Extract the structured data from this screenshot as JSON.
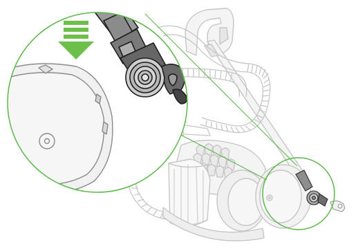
{
  "illustration": {
    "subject": "canister-vacuum-hose-attachment",
    "colors": {
      "outline_light": "#c8c8c8",
      "fill_light": "#f2f2f2",
      "outline_dark": "#1e1e1e",
      "part_grey": "#9a9a9a",
      "part_dark": "#555555",
      "highlight_green": "#5bb84a",
      "arrow_green": "#6cc04a"
    },
    "icons": [
      "arrow-down-icon",
      "magnifier-circle",
      "callout-circle"
    ]
  }
}
